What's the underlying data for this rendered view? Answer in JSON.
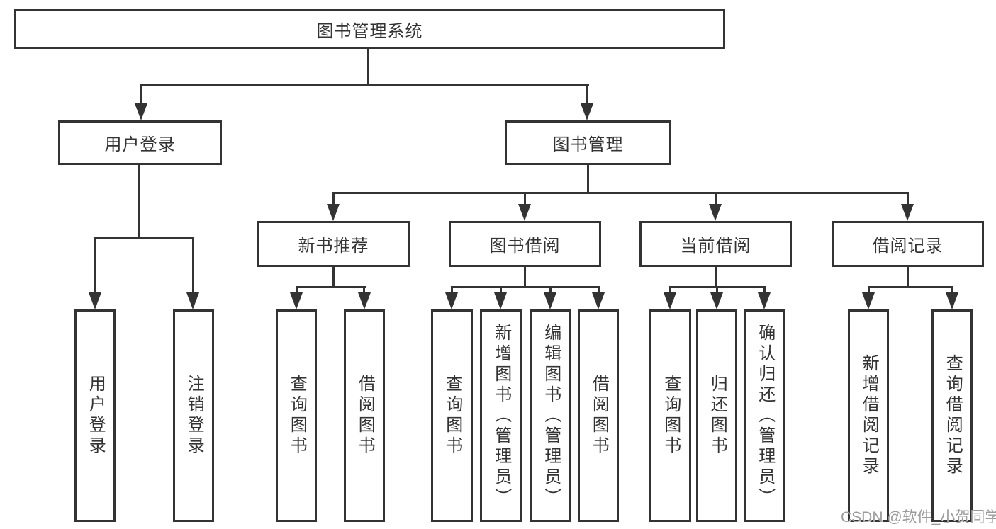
{
  "diagram": {
    "root": {
      "label": "图书管理系统"
    },
    "login": {
      "label": "用户登录",
      "children": [
        {
          "label": "用户登录"
        },
        {
          "label": "注销登录"
        }
      ]
    },
    "mgmt": {
      "label": "图书管理",
      "groups": [
        {
          "label": "新书推荐",
          "children": [
            {
              "label": "查询图书"
            },
            {
              "label": "借阅图书"
            }
          ]
        },
        {
          "label": "图书借阅",
          "children": [
            {
              "label": "查询图书"
            },
            {
              "label": "新增图书（管理员）"
            },
            {
              "label": "编辑图书（管理员）"
            },
            {
              "label": "借阅图书"
            }
          ]
        },
        {
          "label": "当前借阅",
          "children": [
            {
              "label": "查询图书"
            },
            {
              "label": "归还图书"
            },
            {
              "label": "确认归还（管理员）"
            }
          ]
        },
        {
          "label": "借阅记录",
          "children": [
            {
              "label": "新增借阅记录"
            },
            {
              "label": "查询借阅记录"
            }
          ]
        }
      ]
    }
  },
  "watermark": {
    "text": "CSDN @软件_小贺同学"
  },
  "colors": {
    "line": "#333333",
    "text": "#333333",
    "watermark": "#9b9b9b",
    "background": "#ffffff"
  }
}
